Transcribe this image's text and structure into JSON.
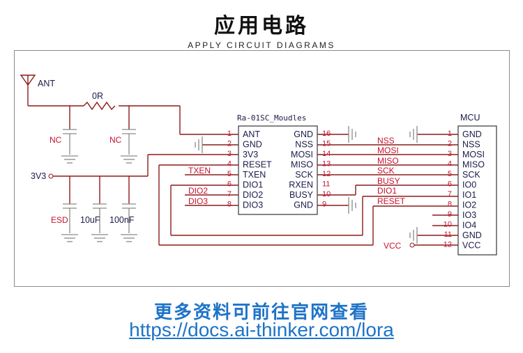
{
  "header": {
    "title": "应用电路",
    "subtitle": "APPLY CIRCUIT DIAGRAMS"
  },
  "schematic": {
    "antenna_label": "ANT",
    "resistor_label": "0R",
    "nc_label_1": "NC",
    "nc_label_2": "NC",
    "power_label": "3V3",
    "cap_labels": [
      "ESD",
      "10uF",
      "100nF"
    ],
    "module_name": "Ra-01SC_Moudles",
    "mcu_name": "MCU",
    "module_left_pins": [
      {
        "num": "1",
        "name": "ANT"
      },
      {
        "num": "2",
        "name": "GND"
      },
      {
        "num": "3",
        "name": "3V3"
      },
      {
        "num": "4",
        "name": "RESET"
      },
      {
        "num": "5",
        "name": "TXEN"
      },
      {
        "num": "6",
        "name": "DIO1"
      },
      {
        "num": "7",
        "name": "DIO2"
      },
      {
        "num": "8",
        "name": "DIO3"
      }
    ],
    "module_right_pins": [
      {
        "num": "16",
        "name": "GND"
      },
      {
        "num": "15",
        "name": "NSS"
      },
      {
        "num": "14",
        "name": "MOSI"
      },
      {
        "num": "13",
        "name": "MISO"
      },
      {
        "num": "12",
        "name": "SCK"
      },
      {
        "num": "11",
        "name": "RXEN"
      },
      {
        "num": "10",
        "name": "BUSY"
      },
      {
        "num": "9",
        "name": "GND"
      }
    ],
    "mcu_pins": [
      {
        "num": "1",
        "name": "GND"
      },
      {
        "num": "2",
        "name": "NSS"
      },
      {
        "num": "3",
        "name": "MOSI"
      },
      {
        "num": "4",
        "name": "MISO"
      },
      {
        "num": "5",
        "name": "SCK"
      },
      {
        "num": "6",
        "name": "IO0"
      },
      {
        "num": "7",
        "name": "IO1"
      },
      {
        "num": "8",
        "name": "IO2"
      },
      {
        "num": "9",
        "name": "IO3"
      },
      {
        "num": "10",
        "name": "IO4"
      },
      {
        "num": "11",
        "name": "GND"
      },
      {
        "num": "12",
        "name": "VCC"
      }
    ],
    "net_labels_left": [
      "TXEN",
      "DIO2",
      "DIO3"
    ],
    "net_labels_mid": [
      "NSS",
      "MOSI",
      "MISO",
      "SCK",
      "BUSY",
      "DIO1",
      "RESET"
    ],
    "vcc_label": "VCC",
    "colors": {
      "wire": "#8b1a1a",
      "text": "#1a1a4a",
      "net": "#c8102e",
      "ground": "#8a8a8a"
    }
  },
  "footer": {
    "text": "更多资料可前往官网查看",
    "link": "https://docs.ai-thinker.com/lora"
  }
}
